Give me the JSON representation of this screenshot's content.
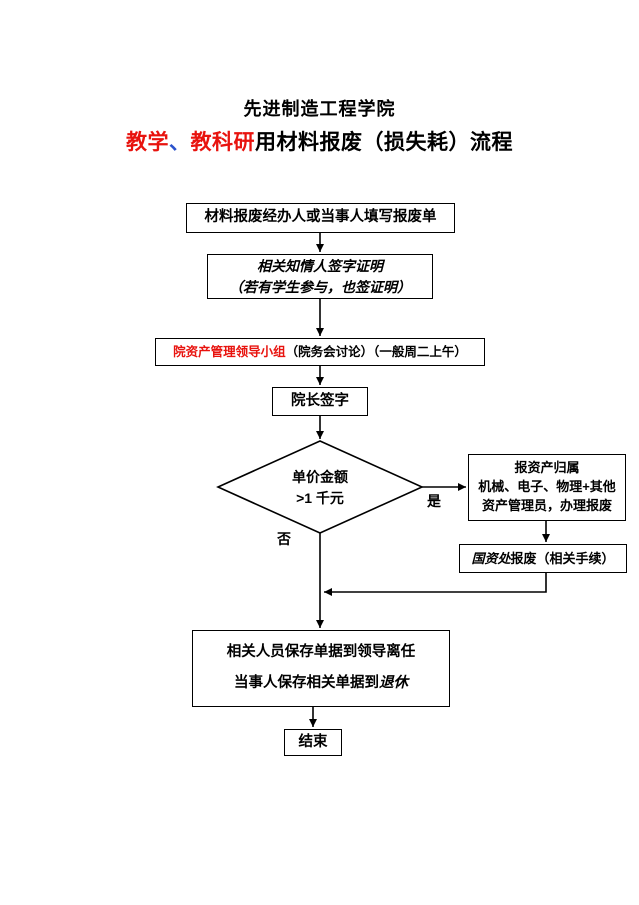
{
  "header": {
    "title": "先进制造工程学院",
    "subtitle_segments": [
      {
        "text": "教学",
        "color": "#e8130e"
      },
      {
        "text": "、",
        "color": "#2a52cc"
      },
      {
        "text": "教科研",
        "color": "#e8130e"
      },
      {
        "text": "用",
        "color": "#000000"
      },
      {
        "text": "材料报废（损失耗）流程",
        "color": "#000000"
      }
    ]
  },
  "flowchart": {
    "nodes": {
      "fill_form": {
        "line1": "材料报废经办人或当事人填写报废单"
      },
      "witness": {
        "line1": "相关知情人签字证明",
        "line2": "（若有学生参与，也签证明）"
      },
      "leadership": {
        "segments": [
          {
            "text": "院资产管理领导小组",
            "color": "#e8130e"
          },
          {
            "text": "（院务会讨论）（一般周二上午）",
            "color": "#000000"
          }
        ]
      },
      "dean_sign": {
        "line1": "院长签字"
      },
      "decision": {
        "line1": "单价金额",
        "line2": ">1 千元"
      },
      "asset_manager": {
        "line1": "报资产归属",
        "line2": "机械、电子、物理+其他",
        "line3": "资产管理员，办理报废"
      },
      "state_asset_office": {
        "segments": [
          {
            "text": "国资处",
            "italic": true
          },
          {
            "text": "报废（相关手续）"
          }
        ]
      },
      "archive": {
        "line1": "相关人员保存单据到领导离任",
        "line2_segments": [
          {
            "text": "当事人保存相关单据到"
          },
          {
            "text": "退休",
            "italic": true
          }
        ]
      },
      "end": {
        "line1": "结束"
      }
    },
    "labels": {
      "yes": "是",
      "no": "否"
    }
  }
}
